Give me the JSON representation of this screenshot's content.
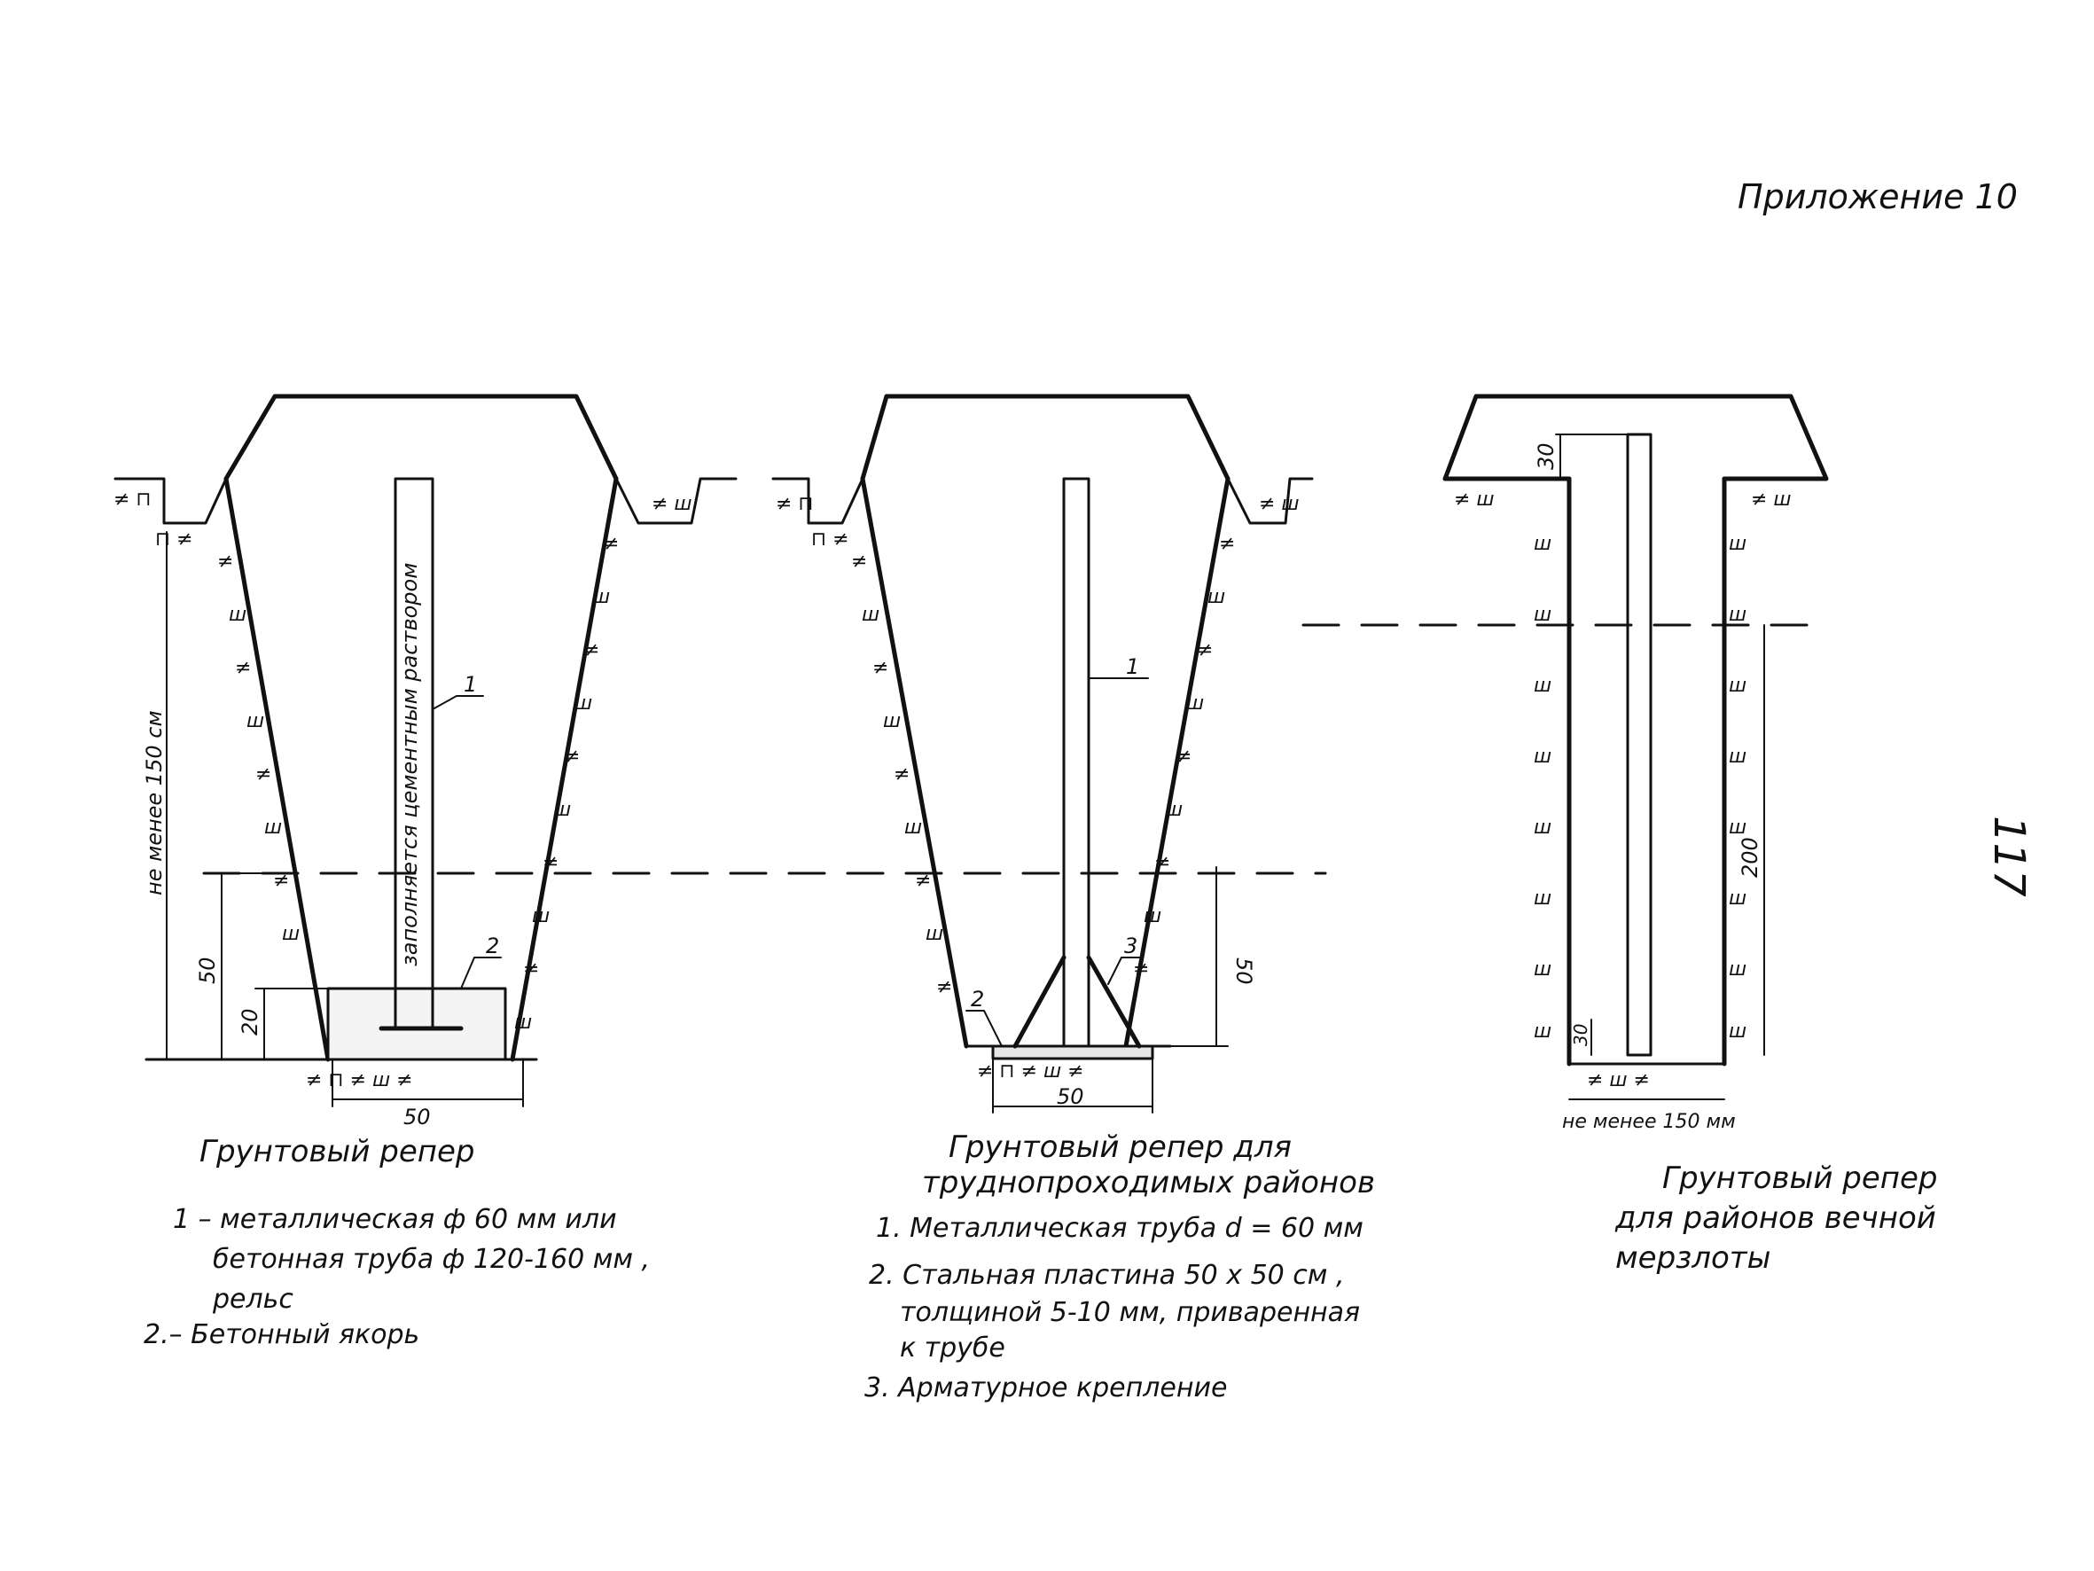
{
  "header": {
    "appendix": "Приложение 10"
  },
  "page_number": "117",
  "figure1": {
    "caption": "Грунтовый репер",
    "legend": [
      "1 – металлическая ф 60 мм или",
      "бетонная труба ф 120-160 мм ,",
      "рельс",
      "2.– Бетонный якорь"
    ],
    "pipe_text": "заполняется цементным раствором",
    "label_1": "1",
    "label_2": "2",
    "dim_depth": "не менее 150 см",
    "dim_50": "50",
    "dim_20": "20",
    "dim_bottom": "50"
  },
  "figure2": {
    "caption_1": "Грунтовый репер для",
    "caption_2": "труднопроходимых районов",
    "legend": [
      "1. Металлическая труба d = 60 мм",
      "2. Стальная пластина 50 х 50 см ,",
      "толщиной 5-10 мм, приваренная",
      "к трубе",
      "3. Арматурное крепление"
    ],
    "label_1": "1",
    "label_2": "2",
    "label_3": "3",
    "dim_50": "50",
    "dim_bottom": "50"
  },
  "figure3": {
    "caption": [
      "Грунтовый репер",
      "для районов вечной",
      "мерзлоты"
    ],
    "dim_top": "30",
    "dim_200": "200",
    "dim_30": "30",
    "dim_bottom": "не менее 150 мм"
  }
}
